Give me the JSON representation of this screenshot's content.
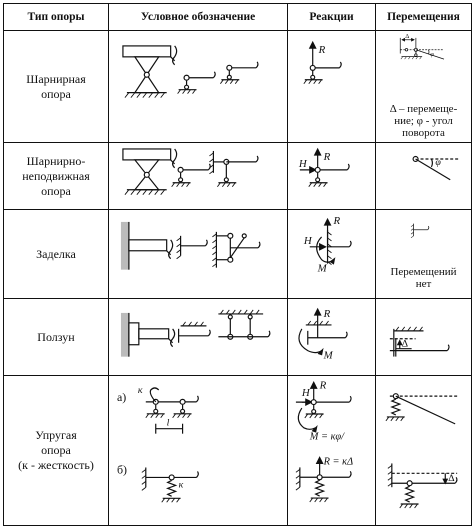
{
  "headers": [
    "Тип опоры",
    "Условное обозначение",
    "Реакции",
    "Перемещения"
  ],
  "rows": [
    {
      "type_lines": [
        "Шарнирная",
        "опора"
      ]
    },
    {
      "type_lines": [
        "Шарнирно-",
        "неподвижная",
        "опора"
      ]
    },
    {
      "type_lines": [
        "Заделка"
      ]
    },
    {
      "type_lines": [
        "Ползун"
      ]
    },
    {
      "type_lines": [
        "Упругая",
        "опора",
        "(к - жесткость)"
      ]
    }
  ],
  "labels": {
    "R": "R",
    "H": "H",
    "M": "M",
    "delta": "Δ",
    "phi": "φ",
    "kappa": "к",
    "l": "l",
    "case_a": "а)",
    "case_b": "б)",
    "M_eq": "M = кφ/",
    "R_eq": "R = кΔ"
  },
  "hinge_note_lines": [
    "Δ – перемеще-",
    "ние; φ - угол",
    "поворота"
  ],
  "fixed_note_lines": [
    "Перемещений",
    "нет"
  ]
}
